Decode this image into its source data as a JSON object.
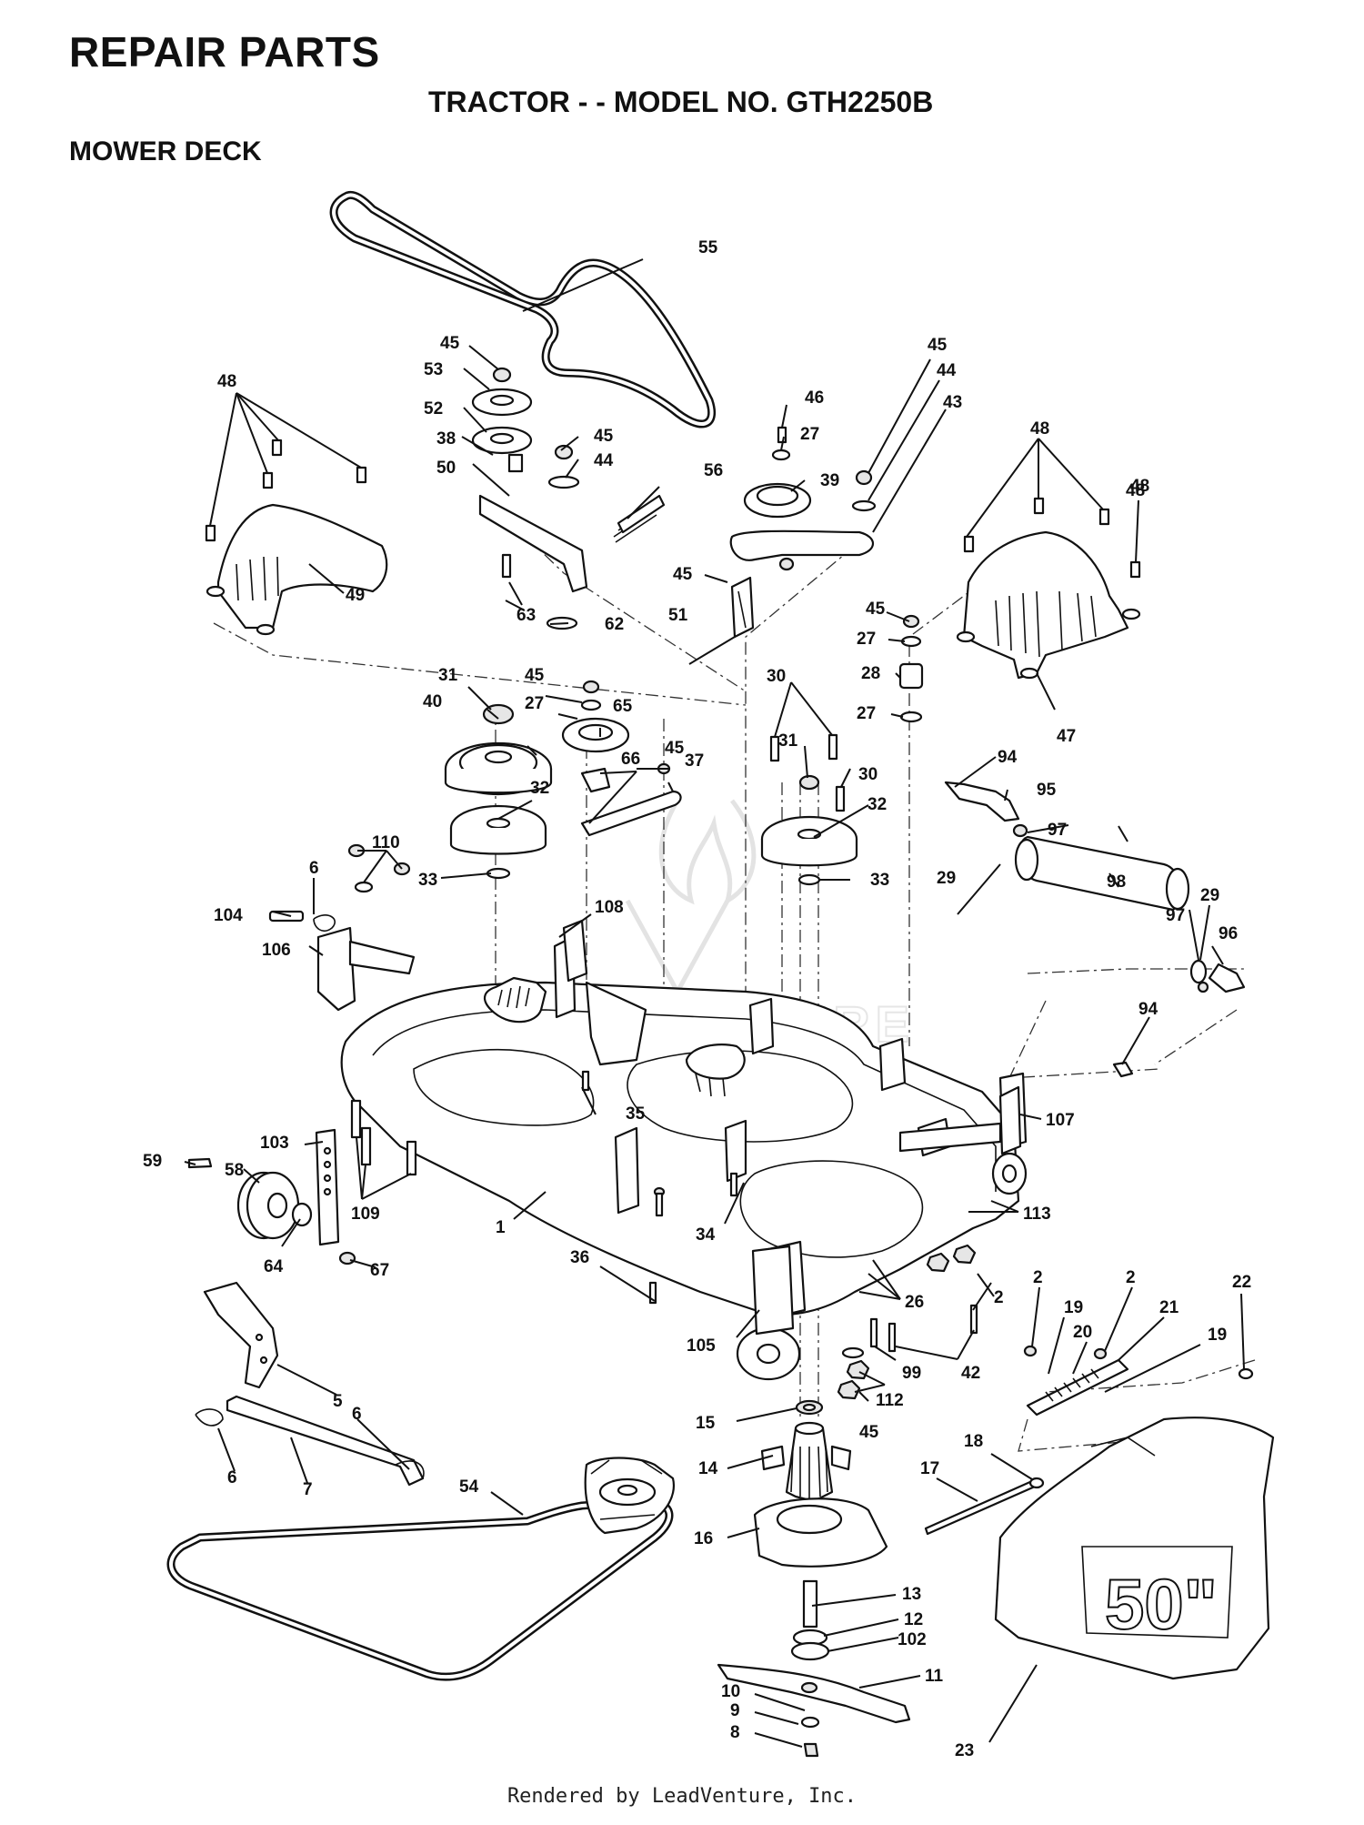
{
  "header": {
    "title": "REPAIR PARTS",
    "subtitle": "TRACTOR - - MODEL NO. GTH2250B",
    "section": "MOWER DECK"
  },
  "deck_size_label": "50\"",
  "watermark": "LEADVENTURE",
  "footer": "Rendered by LeadVenture, Inc.",
  "callouts": [
    "55",
    "45",
    "53",
    "52",
    "38",
    "50",
    "45",
    "44",
    "56",
    "46",
    "27",
    "39",
    "45",
    "44",
    "43",
    "48",
    "48",
    "49",
    "63",
    "62",
    "51",
    "45",
    "48",
    "48",
    "47",
    "45",
    "27",
    "28",
    "27",
    "31",
    "45",
    "27",
    "65",
    "40",
    "66",
    "45",
    "37",
    "30",
    "31",
    "30",
    "32",
    "32",
    "33",
    "33",
    "94",
    "95",
    "29",
    "97",
    "98",
    "29",
    "97",
    "96",
    "110",
    "6",
    "104",
    "106",
    "108",
    "94",
    "35",
    "107",
    "103",
    "59",
    "58",
    "109",
    "64",
    "67",
    "1",
    "34",
    "113",
    "36",
    "26",
    "2",
    "105",
    "2",
    "19",
    "2",
    "21",
    "22",
    "20",
    "19",
    "99",
    "42",
    "112",
    "45",
    "15",
    "5",
    "6",
    "6",
    "7",
    "54",
    "14",
    "17",
    "18",
    "16",
    "13",
    "12",
    "102",
    "11",
    "10",
    "9",
    "8",
    "23"
  ]
}
